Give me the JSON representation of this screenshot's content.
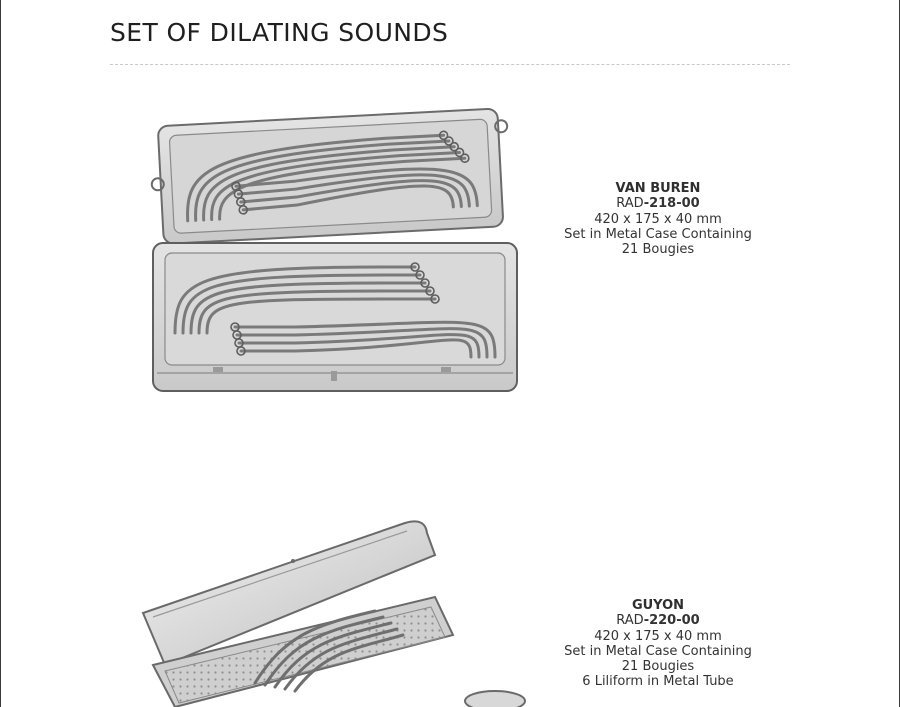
{
  "page": {
    "title": "SET OF DILATING SOUNDS"
  },
  "products": [
    {
      "name": "VAN BUREN",
      "code_prefix": "RAD",
      "code_number": "-218-00",
      "dimensions": "420 x 175 x 40 mm",
      "description": "Set in Metal Case Containing",
      "contents": [
        "21 Bougies"
      ]
    },
    {
      "name": "GUYON",
      "code_prefix": "RAD",
      "code_number": "-220-00",
      "dimensions": "420 x 175 x 40 mm",
      "description": "Set in Metal Case Containing",
      "contents": [
        "21 Bougies",
        "6 Liliform in Metal Tube"
      ]
    }
  ],
  "colors": {
    "text": "#2b2b2b",
    "divider": "#c8c8c8",
    "frame": "#3a3a3a"
  }
}
